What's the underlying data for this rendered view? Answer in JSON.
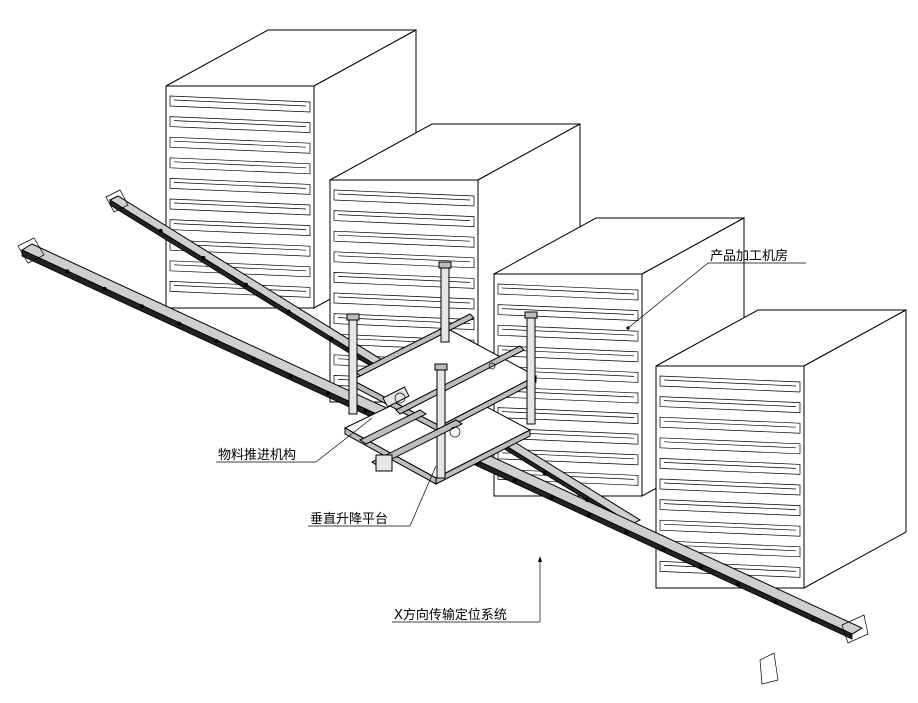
{
  "labels": {
    "machine_room": "产品加工机房",
    "push_mechanism": "物料推进机构",
    "lift_platform": "垂直升降平台",
    "x_system": "X方向传输定位系统"
  },
  "colors": {
    "line": "#000000",
    "rail_fill": "#cfcfcf",
    "background": "#ffffff"
  },
  "components": [
    "machine-room-cabinet",
    "x-direction-rail",
    "vertical-lift-platform",
    "material-push-mechanism"
  ]
}
